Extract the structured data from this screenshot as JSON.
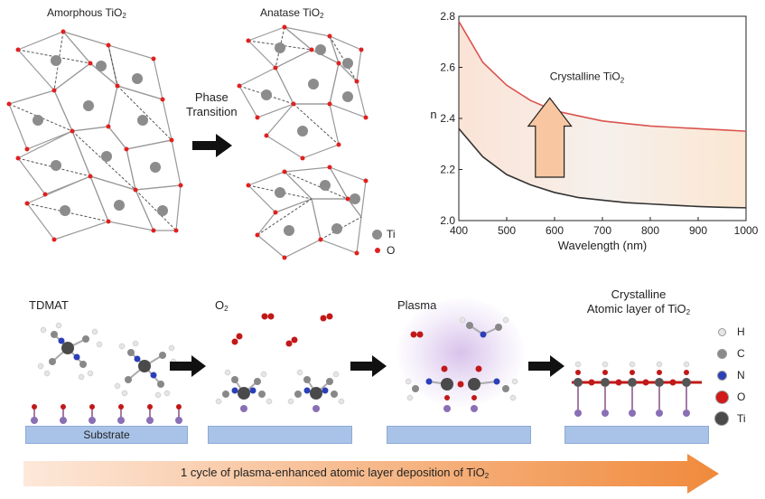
{
  "top": {
    "amorphous_title": "Amorphous TiO",
    "anatase_title": "Anatase TiO",
    "subscript_2": "2",
    "phase_transition_line1": "Phase",
    "phase_transition_line2": "Transition",
    "legend_ti": "Ti",
    "legend_o": "O"
  },
  "chart_data": {
    "type": "line",
    "xlabel": "Wavelength (nm)",
    "ylabel": "n",
    "xlim": [
      400,
      1000
    ],
    "ylim": [
      2.0,
      2.8
    ],
    "xticks": [
      400,
      500,
      600,
      700,
      800,
      900,
      1000
    ],
    "yticks": [
      2.0,
      2.2,
      2.4,
      2.6,
      2.8
    ],
    "annotation": "Crystalline TiO",
    "annotation_sub": "2",
    "series": [
      {
        "color": "#d9534f",
        "x": [
          400,
          450,
          500,
          550,
          600,
          650,
          700,
          750,
          800,
          850,
          900,
          950,
          1000
        ],
        "y": [
          2.78,
          2.62,
          2.53,
          2.47,
          2.43,
          2.41,
          2.39,
          2.38,
          2.37,
          2.365,
          2.36,
          2.355,
          2.35
        ]
      },
      {
        "color": "#333333",
        "x": [
          400,
          450,
          500,
          550,
          600,
          650,
          700,
          750,
          800,
          850,
          900,
          950,
          1000
        ],
        "y": [
          2.36,
          2.25,
          2.18,
          2.14,
          2.11,
          2.09,
          2.08,
          2.07,
          2.065,
          2.06,
          2.055,
          2.052,
          2.05
        ]
      }
    ]
  },
  "bottom": {
    "stage1": "TDMAT",
    "stage2": "O",
    "stage2_sub": "2",
    "stage3": "Plasma",
    "stage4_line1": "Crystalline",
    "stage4_line2": "Atomic layer of TiO",
    "substrate": "Substrate",
    "legend": [
      {
        "label": "H",
        "color": "#e6e6e6"
      },
      {
        "label": "C",
        "color": "#8a8a8a"
      },
      {
        "label": "N",
        "color": "#2b3fb8"
      },
      {
        "label": "O",
        "color": "#d11a1a"
      },
      {
        "label": "Ti",
        "color": "#4a4a4a"
      }
    ],
    "process_arrow_text": "1 cycle of plasma-enhanced atomic layer deposition of TiO"
  }
}
